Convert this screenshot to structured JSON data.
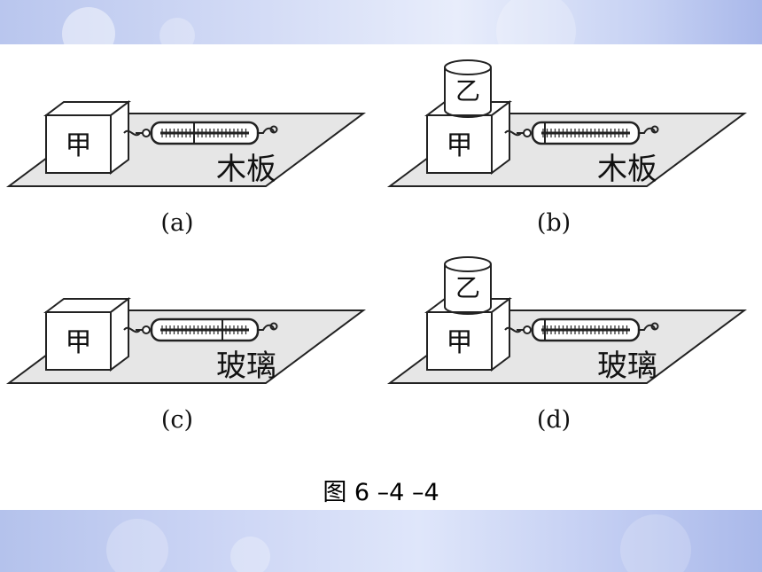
{
  "panels": [
    {
      "id": "a",
      "label": "(a)",
      "block": "甲",
      "top_block": "",
      "surface": "木板"
    },
    {
      "id": "b",
      "label": "(b)",
      "block": "甲",
      "top_block": "乙",
      "surface": "木板"
    },
    {
      "id": "c",
      "label": "(c)",
      "block": "甲",
      "top_block": "",
      "surface": "玻璃"
    },
    {
      "id": "d",
      "label": "(d)",
      "block": "甲",
      "top_block": "乙",
      "surface": "玻璃"
    }
  ],
  "caption": "图 6 –4 –4",
  "colors": {
    "board": "#e6e6e6",
    "stroke": "#222222",
    "band": "#c6d1f3"
  }
}
